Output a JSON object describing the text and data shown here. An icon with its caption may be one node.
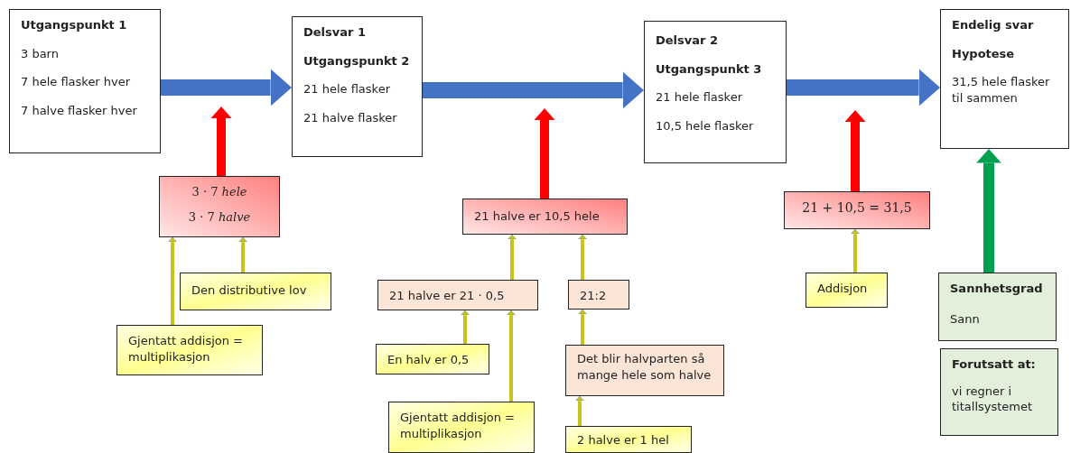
{
  "diagram": {
    "nodes": [
      {
        "text": [
          "Utgangspunkt 1",
          "3 barn",
          "7 hele flasker hver",
          "7 halve flasker hver"
        ]
      },
      {
        "text": [
          "Delsvar 1",
          "Utgangspunkt 2",
          "21 hele flasker",
          "21 halve flasker"
        ]
      },
      {
        "text": [
          "Delsvar 2",
          "Utgangspunkt 3",
          "21 hele flasker",
          "10,5 hele flasker"
        ]
      },
      {
        "text": [
          "Endelig svar",
          "Hypotese",
          "31,5 hele flasker til sammen"
        ]
      },
      {
        "text": [
          "3 · 7 *hele*",
          "3 · 7 *halve*"
        ]
      },
      {
        "text": [
          "Den distributive  lov"
        ]
      },
      {
        "text": [
          "Gjentatt  addisjon = multiplikasjon"
        ]
      },
      {
        "text": [
          "21 halve er 10,5 hele"
        ]
      },
      {
        "text": [
          "21 halve er 21 · 0,5"
        ]
      },
      {
        "text": [
          "21:2"
        ]
      },
      {
        "text": [
          "En halv er 0,5"
        ]
      },
      {
        "text": [
          "Gjentatt  addisjon = multiplikasjon"
        ]
      },
      {
        "text": [
          "Det blir halvparten så mange hele som halve"
        ]
      },
      {
        "text": [
          "2 halve er 1 hel"
        ]
      },
      {
        "text": [
          "21 + 10,5 = 31,5"
        ]
      },
      {
        "text": [
          "Addisjon"
        ]
      },
      {
        "text": [
          "Sannhetsgrad",
          "Sann"
        ]
      },
      {
        "text": [
          "Forutsatt at:",
          "vi regner i titallsystemet"
        ]
      }
    ],
    "edges": [
      {
        "from": 0,
        "to": 1,
        "arrow": "to",
        "style": "thick",
        "color": "#4472c4"
      },
      {
        "from": 1,
        "to": 2,
        "arrow": "to",
        "style": "thick",
        "color": "#4472c4"
      },
      {
        "from": 2,
        "to": 3,
        "arrow": "to",
        "style": "thick",
        "color": "#4472c4"
      },
      {
        "from": 4,
        "to": null,
        "arrow": "to",
        "style": "thick",
        "color": "#ff0000"
      },
      {
        "from": 5,
        "to": 4,
        "arrow": "to"
      },
      {
        "from": 6,
        "to": 4,
        "arrow": "to"
      },
      {
        "from": 7,
        "to": null,
        "arrow": "to",
        "style": "thick",
        "color": "#ff0000"
      },
      {
        "from": 8,
        "to": 7,
        "arrow": "to"
      },
      {
        "from": 9,
        "to": 7,
        "arrow": "to"
      },
      {
        "from": 10,
        "to": 8,
        "arrow": "to"
      },
      {
        "from": 11,
        "to": 8,
        "arrow": "to"
      },
      {
        "from": 12,
        "to": 9,
        "arrow": "to"
      },
      {
        "from": 13,
        "to": 12,
        "arrow": "to"
      },
      {
        "from": 14,
        "to": null,
        "arrow": "to",
        "style": "thick",
        "color": "#ff0000"
      },
      {
        "from": 15,
        "to": 14,
        "arrow": "to"
      },
      {
        "from": 16,
        "to": 3,
        "arrow": "to",
        "style": "thick",
        "color": "#00a050"
      }
    ]
  }
}
